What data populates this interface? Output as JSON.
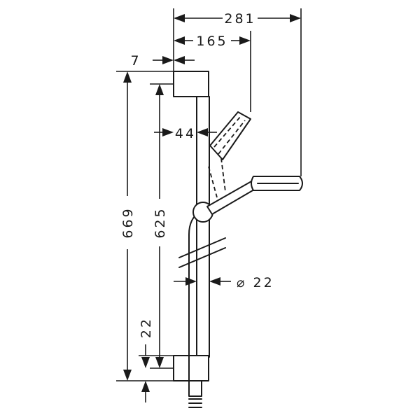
{
  "dimensions": {
    "overall_width": "281",
    "handshower_reach": "165",
    "bracket_offset": "7",
    "bar_offset": "44",
    "total_height": "669",
    "bar_height": "625",
    "bottom_offset": "22",
    "bar_diameter": "⌀ 22"
  }
}
